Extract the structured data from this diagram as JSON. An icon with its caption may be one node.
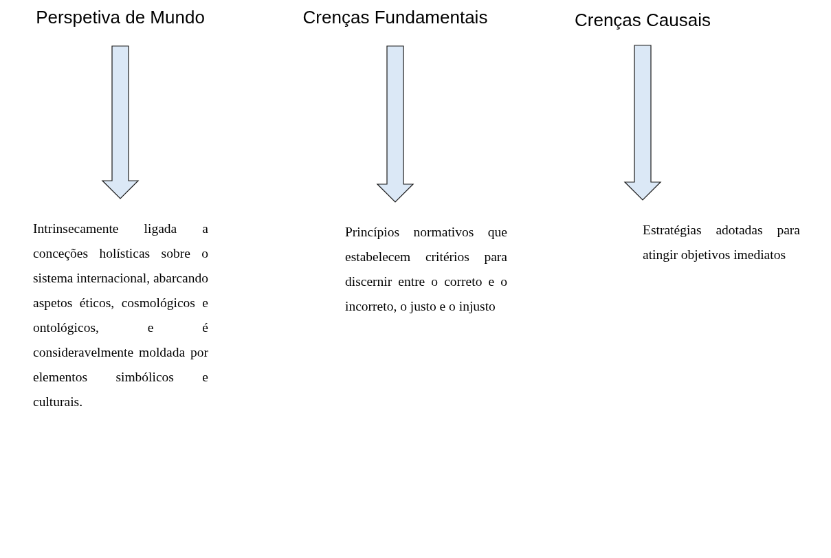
{
  "diagram": {
    "nodes": [
      {
        "text": [
          "Perspetiva de Mundo"
        ]
      },
      {
        "text": [
          "Crenças Fundamentais"
        ]
      },
      {
        "text": [
          "Crenças Causais"
        ]
      },
      {
        "text": [
          "Intrinsecamente ligada a conceções holísticas sobre o sistema internacional, abarcando aspetos éticos, cosmológicos e ontológicos, e é consideravelmente moldada por elementos simbólicos e culturais."
        ]
      },
      {
        "text": [
          "Princípios normativos que estabelecem critérios para discernir entre o correto e o incorreto, o justo e o injusto"
        ]
      },
      {
        "text": [
          "Estratégias adotadas para atingir objetivos imediatos"
        ]
      }
    ],
    "edges": [
      {
        "from": 0,
        "to": 3,
        "arrow": "to"
      },
      {
        "from": 1,
        "to": 4,
        "arrow": "to"
      },
      {
        "from": 2,
        "to": 5,
        "arrow": "to"
      }
    ]
  }
}
